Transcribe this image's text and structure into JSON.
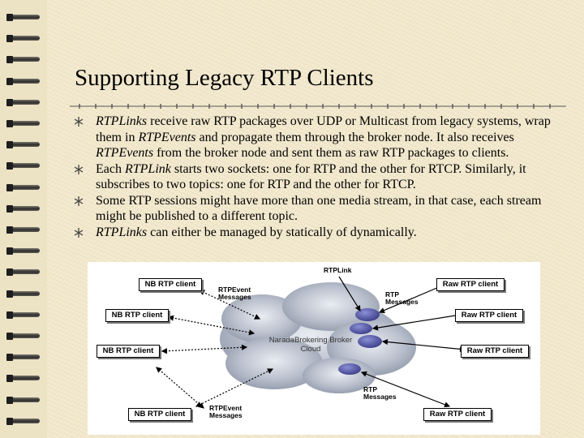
{
  "slide": {
    "title": "Supporting Legacy RTP Clients",
    "bullets": [
      {
        "id": "b1",
        "parts": [
          {
            "t": "RTPLinks",
            "i": true
          },
          {
            "t": " receive raw RTP packages over UDP or Multicast from legacy systems, wrap them in ",
            "i": false
          },
          {
            "t": "RTPEvents",
            "i": true
          },
          {
            "t": " and propagate them through the broker node. It also receives ",
            "i": false
          },
          {
            "t": "RTPEvents",
            "i": true
          },
          {
            "t": " from the broker node and sent them as raw RTP packages to clients.",
            "i": false
          }
        ]
      },
      {
        "id": "b2",
        "parts": [
          {
            "t": "Each ",
            "i": false
          },
          {
            "t": "RTPLink",
            "i": true
          },
          {
            "t": " starts two sockets: one for RTP and the other for RTCP. Similarly, it subscribes to two topics: one for RTP and the other for RTCP.",
            "i": false
          }
        ]
      },
      {
        "id": "b3",
        "parts": [
          {
            "t": "Some RTP sessions might have more than one media stream, in that case, each stream might be published to a different topic.",
            "i": false
          }
        ]
      },
      {
        "id": "b4",
        "parts": [
          {
            "t": "RTPLinks",
            "i": true
          },
          {
            "t": " can either be managed by statically of dynamically.",
            "i": false
          }
        ]
      }
    ]
  },
  "diagram": {
    "nodes_left": [
      "NB RTP client",
      "NB RTP client",
      "NB RTP client",
      "NB RTP client"
    ],
    "nodes_right": [
      "Raw RTP client",
      "Raw RTP client",
      "Raw RTP client",
      "Raw RTP client"
    ],
    "labels": {
      "rtplink": "RTPLink",
      "rtp_event_top_1": "RTPEvent",
      "rtp_event_top_2": "Messages",
      "rtp_msg_top_1": "RTP",
      "rtp_msg_top_2": "Messages",
      "rtp_event_bottom_1": "RTPEvent",
      "rtp_event_bottom_2": "Messages",
      "rtp_msg_bottom_1": "RTP",
      "rtp_msg_bottom_2": "Messages",
      "cloud_1": "NaradaBrokering Broker",
      "cloud_2": "Cloud"
    }
  },
  "colors": {
    "background": "#f3ead0",
    "cloud": "#9fa6b5",
    "broker": "#4b4f9c"
  }
}
